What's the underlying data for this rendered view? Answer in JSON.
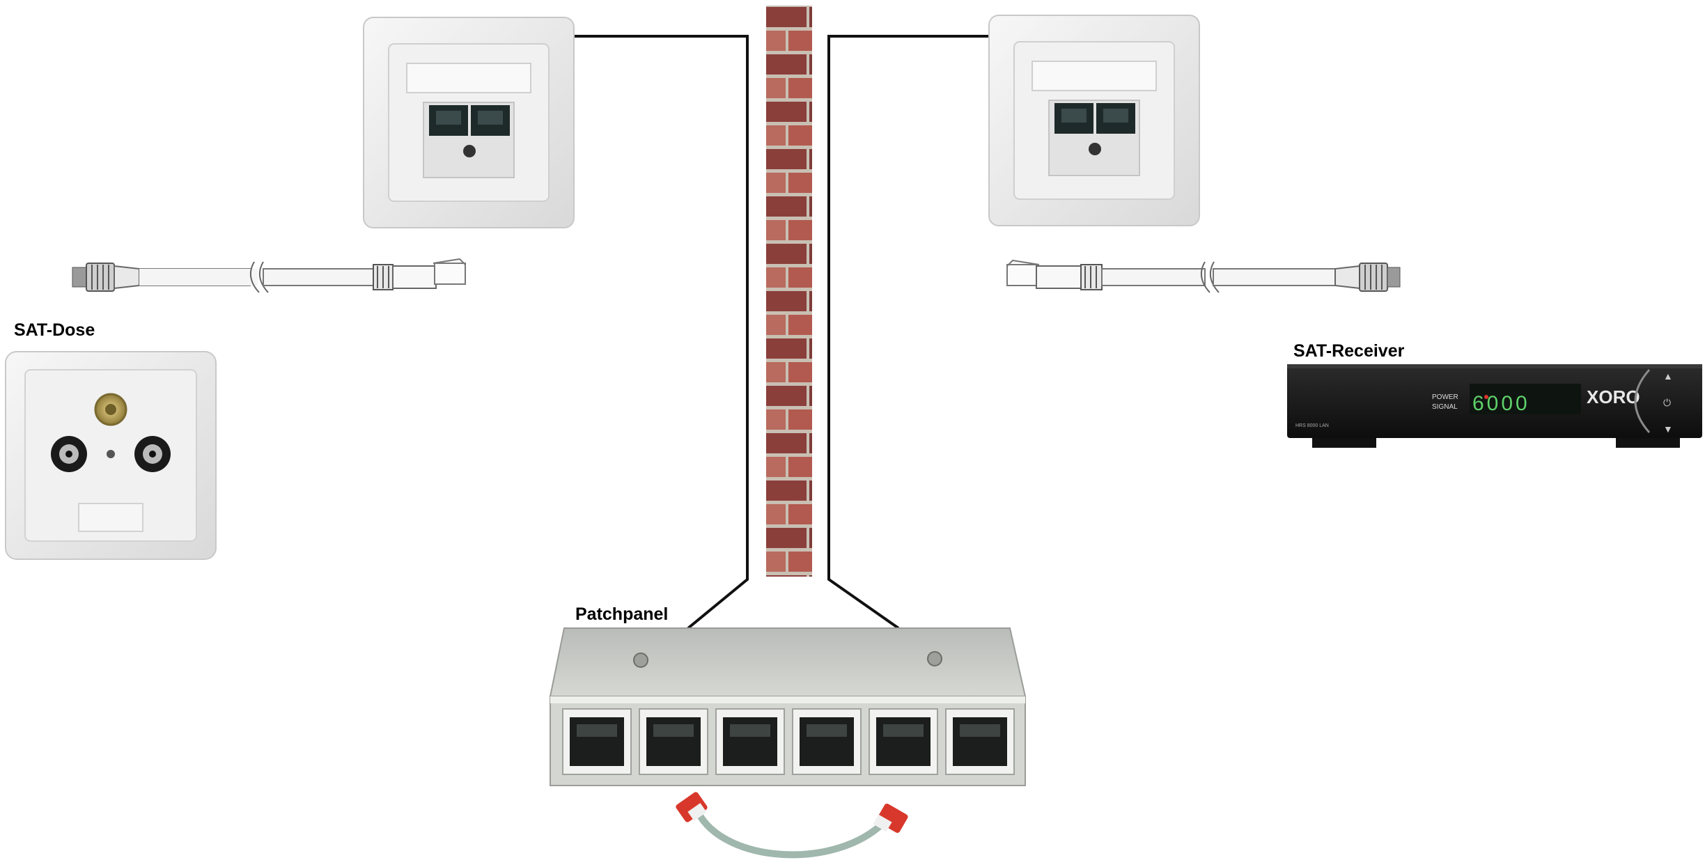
{
  "labels": {
    "sat_dose": "SAT-Dose",
    "sat_receiver": "SAT-Receiver",
    "patchpanel": "Patchpanel"
  },
  "receiver": {
    "brand": "XORO",
    "display": "6000",
    "power_label": "POWER",
    "signal_label": "SIGNAL",
    "model": "HRS 8000 LAN"
  },
  "colors": {
    "wall_brick": "#9c4a44",
    "cable": "#111111",
    "faceplate": "#ececec",
    "patchpanel_body": "#c9ccc8",
    "patch_cable": "#9fb7ad",
    "rj45_plug_red": "#d8382b",
    "receiver_body": "#1b1b1b",
    "display_green": "#5fd16a"
  },
  "icons": [
    "wall-outlet-icon",
    "coax-rj45-adapter-cable-icon",
    "sat-socket-icon",
    "sat-receiver-icon",
    "patchpanel-icon",
    "patch-cable-icon",
    "brick-wall-icon"
  ]
}
